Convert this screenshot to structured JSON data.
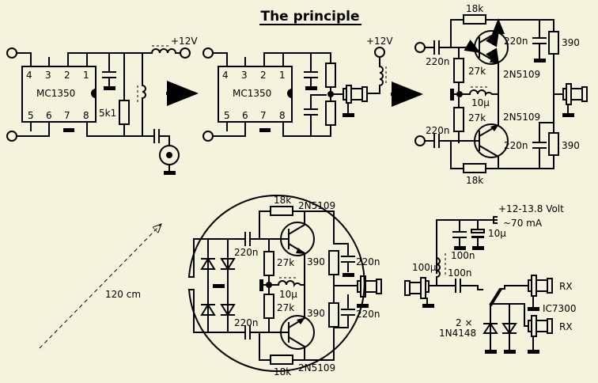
{
  "title": "The principle",
  "colors": {
    "background": "#f4f4de",
    "ink": "#000000"
  },
  "stage1": {
    "ic_label": "MC1350",
    "pins_top": [
      "4",
      "3",
      "2",
      "1"
    ],
    "pins_bottom": [
      "5",
      "6",
      "7",
      "8"
    ],
    "resistor": "5k1",
    "supply": "+12V"
  },
  "stage2": {
    "ic_label": "MC1350",
    "pins_top": [
      "4",
      "3",
      "2",
      "1"
    ],
    "pins_bottom": [
      "5",
      "6",
      "7",
      "8"
    ],
    "supply": "+12V"
  },
  "stage3": {
    "r_top": "18k",
    "r_bottom": "18k",
    "c_in_top": "220n",
    "c_in_bottom": "220n",
    "r_bias_top": "27k",
    "r_bias_bottom": "27k",
    "inductor": "10µ",
    "q_top": "2N5109",
    "q_bottom": "2N5109",
    "c_out_top": "220n",
    "c_out_bottom": "220n",
    "r_load_top": "390",
    "r_load_bottom": "390"
  },
  "loop": {
    "diameter": "120 cm"
  },
  "amp": {
    "r_top": "18k",
    "r_bottom": "18k",
    "q_top": "2N5109",
    "q_bottom": "2N5109",
    "c_in_top": "220n",
    "c_in_bottom": "220n",
    "r_bias_top": "27k",
    "r_bias_bottom": "27k",
    "inductor": "10µ",
    "r_e_top": "390",
    "r_e_bottom": "390",
    "c_out_top": "220n",
    "c_out_bottom": "220n"
  },
  "bias_tee": {
    "supply": "+12-13.8 Volt",
    "current": "~70 mA",
    "c_elec": "10µ",
    "c_dec": "100n",
    "choke": "100µ",
    "c_couple": "100n",
    "rx_top": "RX",
    "rx_bottom": "RX",
    "radio": "IC7300",
    "diodes_count": "2 ×",
    "diodes_type": "1N4148"
  }
}
